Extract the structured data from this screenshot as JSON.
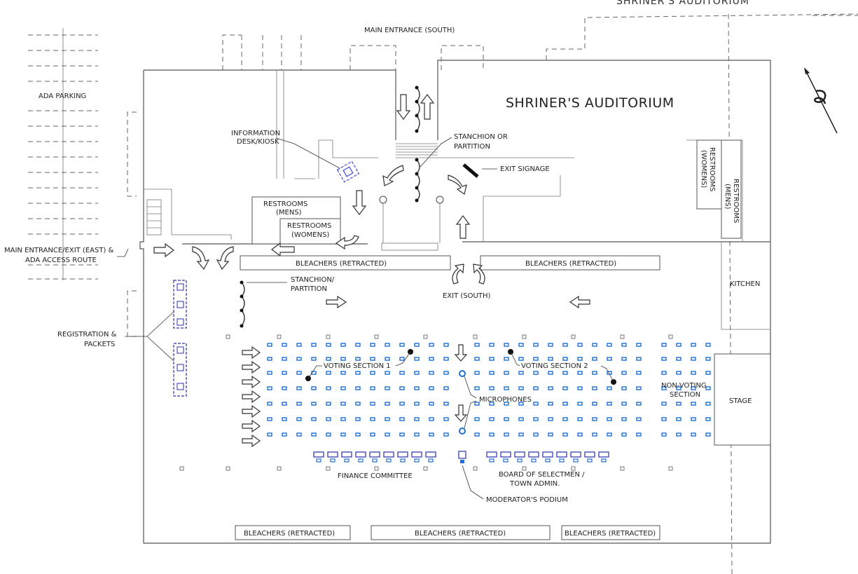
{
  "labels": {
    "corner_title": "SHRINER'S AUDITORIUM",
    "main_title": "SHRINER'S AUDITORIUM",
    "main_entrance_south": "MAIN ENTRANCE (SOUTH)",
    "ada_parking": "ADA PARKING",
    "information_desk_line1": "INFORMATION",
    "information_desk_line2": "DESK/KIOSK",
    "stanchion_partition_top_line1": "STANCHION OR",
    "stanchion_partition_top_line2": "PARTITION",
    "exit_signage": "EXIT SIGNAGE",
    "restrooms_mens_line1": "RESTROOMS",
    "restrooms_mens_line2": "(MENS)",
    "restrooms_womens_line1": "RESTROOMS",
    "restrooms_womens_line2": "(WOMENS)",
    "restrooms_right_womens_line1": "RESTROOMS",
    "restrooms_right_womens_line2": "(WOMENS)",
    "restrooms_right_mens_line1": "RESTROOMS",
    "restrooms_right_mens_line2": "(MENS)",
    "main_entrance_east_line1": "MAIN ENTRANCE/EXIT (EAST) &",
    "main_entrance_east_line2": "ADA ACCESS ROUTE",
    "bleachers_top_left": "BLEACHERS (RETRACTED)",
    "bleachers_top_right": "BLEACHERS (RETRACTED)",
    "stanchion_partition_left_line1": "STANCHION/",
    "stanchion_partition_left_line2": "PARTITION",
    "exit_south": "EXIT (SOUTH)",
    "kitchen": "KITCHEN",
    "registration_line1": "REGISTRATION &",
    "registration_line2": "PACKETS",
    "voting_section_1": "VOTING SECTION 1",
    "voting_section_2": "VOTING SECTION 2",
    "non_voting_line1": "NON-VOTING",
    "non_voting_line2": "SECTION",
    "microphones": "MICROPHONES",
    "stage": "STAGE",
    "finance_committee": "FINANCE COMMITTEE",
    "board_line1": "BOARD OF SELECTMEN /",
    "board_line2": "TOWN ADMIN.",
    "moderators_podium": "MODERATOR'S PODIUM",
    "bleachers_bottom_left": "BLEACHERS (RETRACTED)",
    "bleachers_bottom_center": "BLEACHERS (RETRACTED)",
    "bleachers_bottom_right": "BLEACHERS (RETRACTED)"
  },
  "icons": {
    "compass": "north-arrow-icon",
    "flow_arrow": "direction-arrow-icon",
    "chair": "chair-icon",
    "microphone": "microphone-icon"
  },
  "colors": {
    "line": "#444444",
    "seat_blue": "#1f6fd6",
    "table_navy": "#2a2fa8",
    "desk_blue": "#3a4bd6"
  }
}
